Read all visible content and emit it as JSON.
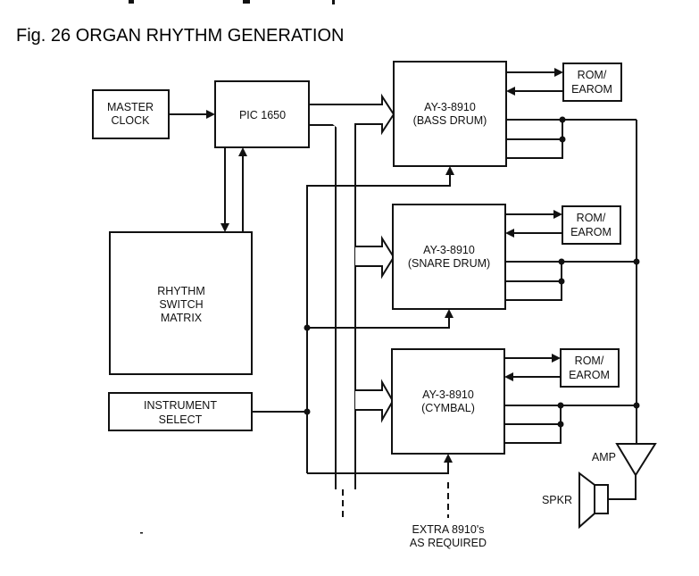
{
  "header": {
    "cut_off_text": "",
    "figure_title": "Fig. 26 ORGAN RHYTHM GENERATION"
  },
  "blocks": {
    "master_clock": [
      "MASTER",
      "CLOCK"
    ],
    "pic": [
      "PIC 1650"
    ],
    "rhythm_matrix": [
      "RHYTHM",
      "SWITCH",
      "MATRIX"
    ],
    "instrument_select": [
      "INSTRUMENT",
      "SELECT"
    ],
    "generators": [
      {
        "chip": "AY-3-8910",
        "voice": "(BASS DRUM)"
      },
      {
        "chip": "AY-3-8910",
        "voice": "(SNARE DRUM)"
      },
      {
        "chip": "AY-3-8910",
        "voice": "(CYMBAL)"
      }
    ],
    "rom": [
      "ROM/",
      "EAROM"
    ]
  },
  "output": {
    "amp_label": "AMP",
    "speaker_label": "SPKR"
  },
  "note": [
    "EXTRA 8910's",
    "AS REQUIRED"
  ]
}
